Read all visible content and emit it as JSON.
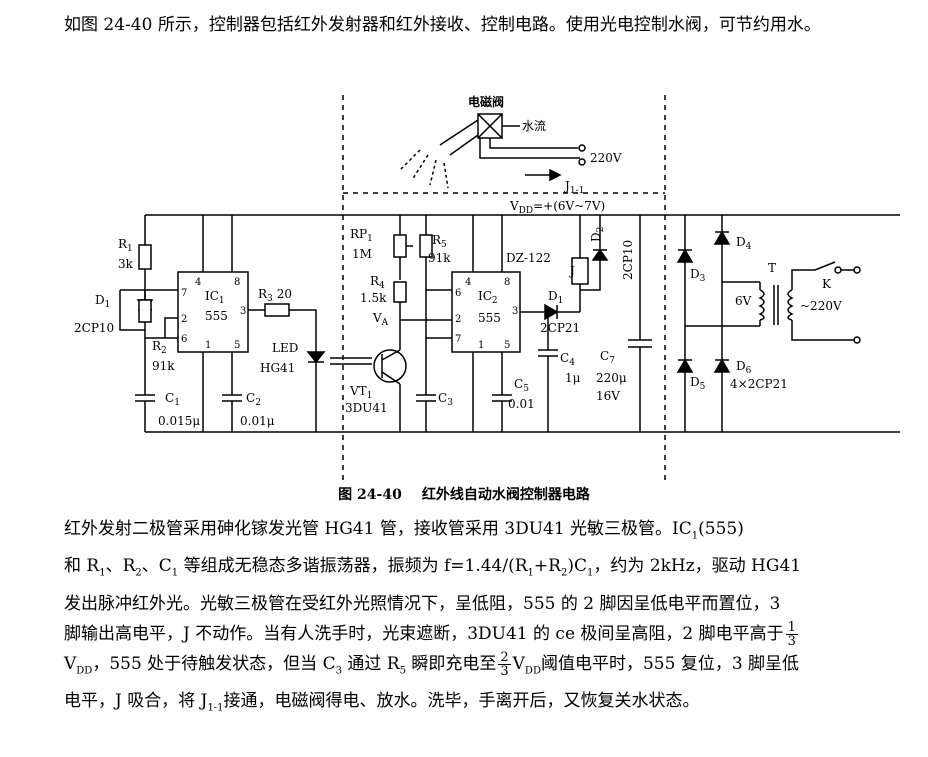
{
  "intro": "如图 24-40 所示，控制器包括红外发射器和红外接收、控制电路。使用光电控制水阀，可节约用水。",
  "figure": {
    "number": "图 24-40",
    "title": "红外线自动水阀控制器电路",
    "labels": {
      "valve": "电磁阀",
      "water": "水流",
      "mains_top": "220V",
      "relay_contact": "J",
      "relay_contact_sub": "1-1",
      "vdd": "V",
      "vdd_sub": "DD",
      "vdd_range": "=+(6V~7V)",
      "r1": "R",
      "r1_sub": "1",
      "r1_val": "3k",
      "d1": "D",
      "d1_sub": "1",
      "d1_type": "2CP10",
      "r2": "R",
      "r2_sub": "2",
      "r2_val": "91k",
      "c1": "C",
      "c1_sub": "1",
      "c1_val": "0.015μ",
      "ic1": "IC",
      "ic1_sub": "1",
      "ic1_type": "555",
      "c2": "C",
      "c2_sub": "2",
      "c2_val": "0.01μ",
      "r3": "R",
      "r3_sub": "3",
      "r3_val": "20",
      "led": "LED",
      "led_type": "HG41",
      "vt1": "VT",
      "vt1_sub": "1",
      "vt1_type": "3DU41",
      "rp1": "RP",
      "rp1_sub": "1",
      "rp1_val": "1M",
      "r4": "R",
      "r4_sub": "4",
      "r4_val": "1.5k",
      "va": "V",
      "va_sub": "A",
      "r5": "R",
      "r5_sub": "5",
      "r5_val": "91k",
      "c3": "C",
      "c3_sub": "3",
      "ic2": "IC",
      "ic2_sub": "2",
      "ic2_type": "555",
      "c5": "C",
      "c5_sub": "5",
      "c5_val": "0.01",
      "dz": "DZ-122",
      "d2": "D",
      "d2_sub": "2",
      "d2_type": "2CP10",
      "d1b": "D",
      "d1b_sub": "1",
      "d1b_type": "2CP21",
      "c4": "C",
      "c4_sub": "4",
      "c4_val": "1μ",
      "c7": "C",
      "c7_sub": "7",
      "c7_val": "220μ",
      "c7_volt": "16V",
      "d3": "D",
      "d3_sub": "3",
      "d4": "D",
      "d4_sub": "4",
      "d5": "D",
      "d5_sub": "5",
      "d6": "D",
      "d6_sub": "6",
      "d_type": "4×2CP21",
      "t": "T",
      "k": "K",
      "v6": "6V",
      "mains": "~220V",
      "relay": "J",
      "pin_4": "4",
      "pin_8": "8",
      "pin_7": "7",
      "pin_6": "6",
      "pin_2": "2",
      "pin_3": "3",
      "pin_1": "1",
      "pin_5": "5"
    }
  },
  "body": {
    "l1": "红外发射二极管采用砷化镓发光管 HG41 管，接收管采用 3DU41 光敏三极管。IC",
    "l1_sub": "1",
    "l1_end": "(555)",
    "l2a": "和 R",
    "l2b": "、R",
    "l2c": "、C",
    "l2d": " 等组成无稳态多谐振荡器，振频为 f=1.44/(R",
    "l2e": "+R",
    "l2f": ")C",
    "l2g": "，约为 2kHz，驱动 HG41",
    "s1": "1",
    "s2": "2",
    "l3": "发出脉冲红外光。光敏三极管在受红外光照情况下，呈低阻，555 的 2 脚因呈低电平而置位，3",
    "l4": "脚输出高电平，J 不动作。当有人洗手时，光束遮断，3DU41 的 ce 极间呈高阻，2 脚电平高于",
    "frac1_n": "1",
    "frac1_d": "3",
    "l5a": "V",
    "l5_sub": "DD",
    "l5b": "，555 处于待触发状态，但当 C",
    "l5_sub2": "3",
    "l5c": " 通过 R",
    "l5_sub3": "5",
    "l5d": " 瞬即充电至",
    "frac2_n": "2",
    "frac2_d": "3",
    "l5e": "V",
    "l5e_sub": "DD",
    "l5f": "阈值电平时，555 复位，3 脚呈低",
    "l6a": "电平，J 吸合，将 J",
    "l6_sub": "1-1",
    "l6b": "接通，电磁阀得电、放水。洗毕，手离开后，又恢复关水状态。"
  }
}
